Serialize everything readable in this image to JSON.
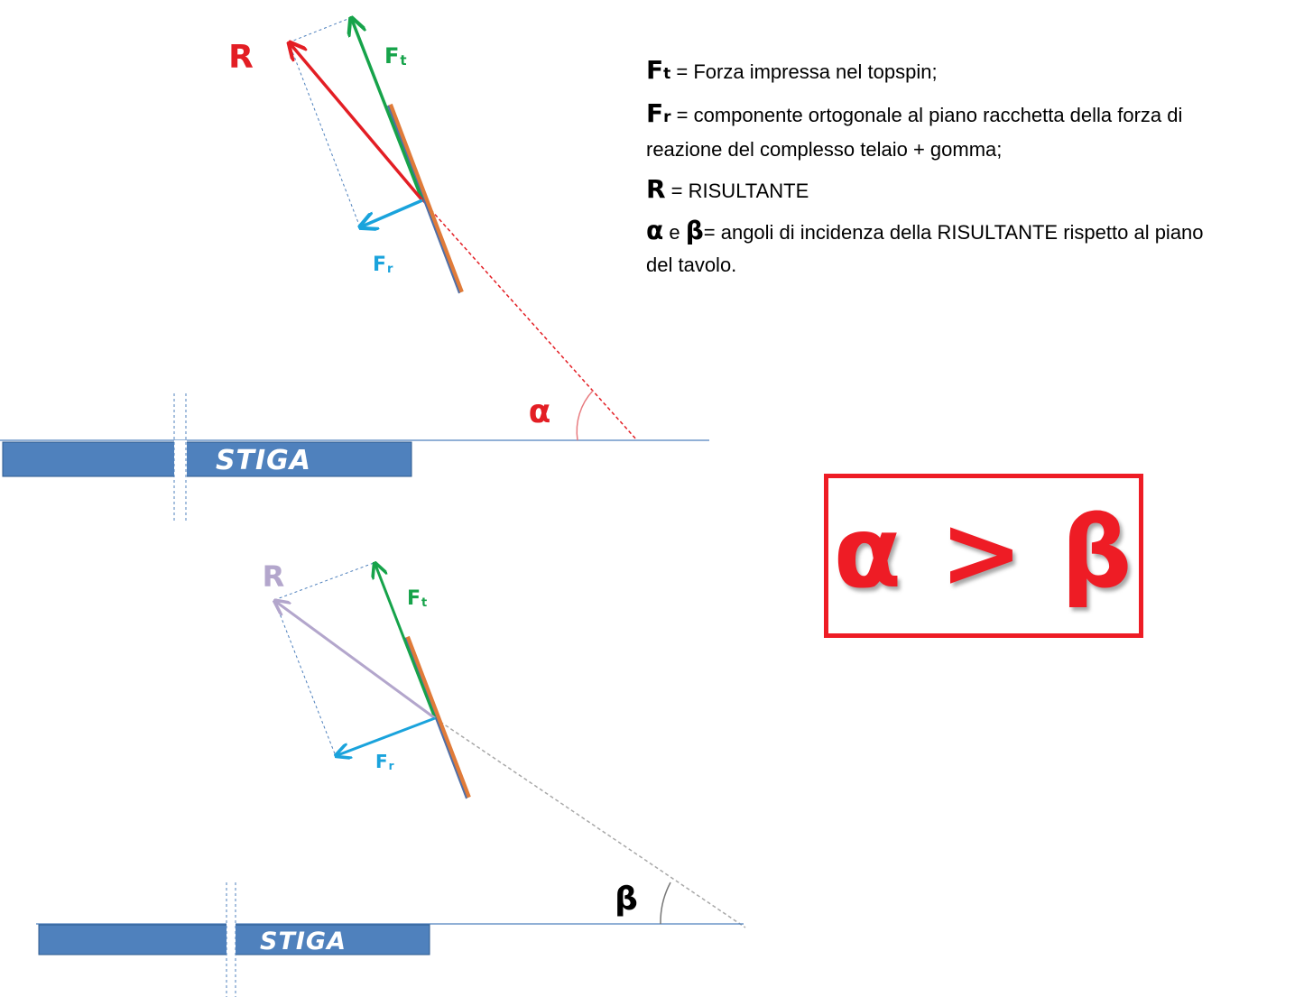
{
  "colors": {
    "ft": "#16a34a",
    "fr": "#1aa3dc",
    "r_top": "#e31e24",
    "r_bottom": "#b3a6cc",
    "alpha": "#e31e24",
    "table": "#4f81bd",
    "compare": "#ee1c25"
  },
  "top_diagram": {
    "label_r": "R",
    "label_ft_main": "F",
    "label_ft_sub": "t",
    "label_fr_main": "F",
    "label_fr_sub": "r",
    "angle_label": "α",
    "table_brand": "STIGA"
  },
  "bottom_diagram": {
    "label_r": "R",
    "label_ft_main": "F",
    "label_ft_sub": "t",
    "label_fr_main": "F",
    "label_fr_sub": "r",
    "angle_label": "β",
    "table_brand": "STIGA"
  },
  "legend": {
    "ft_symbol": "F",
    "ft_sub": "t",
    "ft_text": " = Forza impressa nel topspin;",
    "fr_symbol": "F",
    "fr_sub": "r",
    "fr_text_1": " = componente ortogonale al piano racchetta della forza di",
    "fr_text_2": "reazione del complesso telaio + gomma;",
    "r_symbol": "R",
    "r_text": " = RISULTANTE",
    "alpha_symbol": "α",
    "and_text": " e ",
    "beta_symbol": "β",
    "ab_text_1": "= angoli di incidenza della RISULTANTE rispetto al piano",
    "ab_text_2": "del tavolo."
  },
  "comparison": {
    "text": "α > β"
  }
}
